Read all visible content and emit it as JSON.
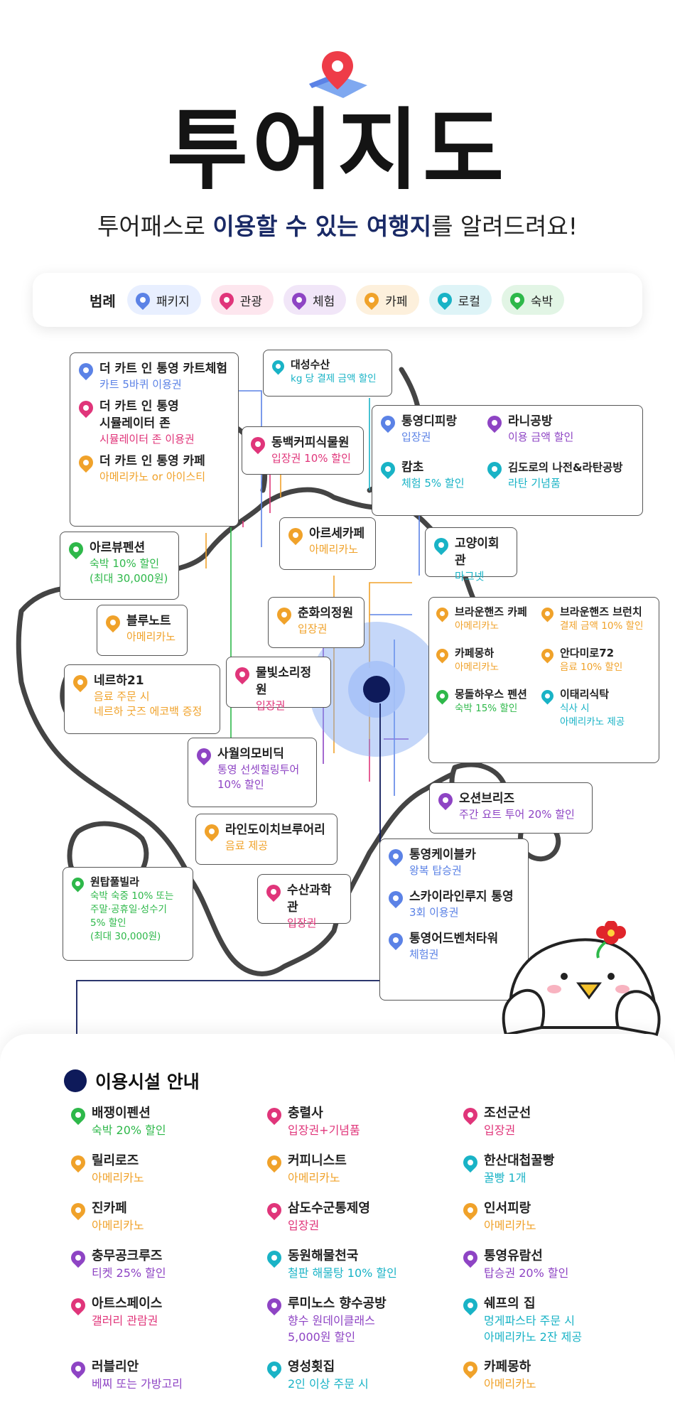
{
  "header": {
    "title": "투어지도",
    "subtitle_parts": [
      "투어패스로 ",
      "이용할 수 있는 여행지",
      "를 알려드려요!"
    ]
  },
  "colors": {
    "package": "#5b82e6",
    "tour": "#e0357a",
    "experience": "#8e44c4",
    "cafe": "#f0a22a",
    "local": "#19b3c6",
    "stay": "#2eb84a",
    "navy": "#0e1a5a"
  },
  "legend": {
    "title": "범례",
    "items": [
      {
        "label": "패키지",
        "category": "package"
      },
      {
        "label": "관광",
        "category": "tour"
      },
      {
        "label": "체험",
        "category": "experience"
      },
      {
        "label": "카페",
        "category": "cafe"
      },
      {
        "label": "로컬",
        "category": "local"
      },
      {
        "label": "숙박",
        "category": "stay"
      }
    ]
  },
  "map": {
    "cards": [
      {
        "id": "the-cart",
        "entries": [
          {
            "name": "더 카트 인 통영 카트체험",
            "desc": "카트 5바퀴 이용권",
            "category": "package"
          },
          {
            "name": "더 카트 인 통영\n시뮬레이터 존",
            "desc": "시뮬레이터 존 이용권",
            "category": "tour"
          },
          {
            "name": "더 카트 인 통영 카페",
            "desc": "아메리카노 or 아이스티",
            "category": "cafe"
          }
        ]
      },
      {
        "id": "daesung",
        "entries": [
          {
            "name": "대성수산",
            "desc": "kg 당 결제 금액 할인",
            "category": "local"
          }
        ]
      },
      {
        "id": "tongyeong-group",
        "entries": [
          {
            "name": "통영디피랑",
            "desc": "입장권",
            "category": "package"
          },
          {
            "name": "라니공방",
            "desc": "이용 금액 할인",
            "category": "experience"
          },
          {
            "name": "캄초",
            "desc": "체험 5% 할인",
            "category": "local"
          },
          {
            "name": "김도로의 나전&라탄공방",
            "desc": "라탄 기념품",
            "category": "local"
          }
        ]
      },
      {
        "id": "dongbaek",
        "entries": [
          {
            "name": "동백커피식물원",
            "desc": "입장권 10% 할인",
            "category": "tour"
          }
        ]
      },
      {
        "id": "arseu",
        "entries": [
          {
            "name": "아르세카페",
            "desc": "아메리카노",
            "category": "cafe"
          }
        ]
      },
      {
        "id": "goyang",
        "entries": [
          {
            "name": "고양이회관",
            "desc": "마그넷",
            "category": "local"
          }
        ]
      },
      {
        "id": "arbyu",
        "entries": [
          {
            "name": "아르뷰펜션",
            "desc": "숙박 10% 할인\n(최대 30,000원)",
            "category": "stay"
          }
        ]
      },
      {
        "id": "blue",
        "entries": [
          {
            "name": "블루노트",
            "desc": "아메리카노",
            "category": "cafe"
          }
        ]
      },
      {
        "id": "chunhwa",
        "entries": [
          {
            "name": "춘화의정원",
            "desc": "입장권",
            "category": "cafe"
          }
        ]
      },
      {
        "id": "brown-group",
        "entries": [
          {
            "name": "브라운핸즈 카페",
            "desc": "아메리카노",
            "category": "cafe"
          },
          {
            "name": "브라운핸즈 브런치",
            "desc": "결제 금액 10% 할인",
            "category": "cafe"
          },
          {
            "name": "카페몽하",
            "desc": "아메리카노",
            "category": "cafe"
          },
          {
            "name": "안다미로72",
            "desc": "음료 10% 할인",
            "category": "cafe"
          },
          {
            "name": "몽돌하우스 펜션",
            "desc": "숙박 15% 할인",
            "category": "stay"
          },
          {
            "name": "이태리식탁",
            "desc": "식사 시\n아메리카노 제공",
            "category": "local"
          }
        ]
      },
      {
        "id": "nerha",
        "entries": [
          {
            "name": "네르하21",
            "desc": "음료 주문 시\n네르하 굿즈 에코백 증정",
            "category": "cafe"
          }
        ]
      },
      {
        "id": "mulbit",
        "entries": [
          {
            "name": "물빛소리정원",
            "desc": "입장권",
            "category": "tour"
          }
        ]
      },
      {
        "id": "saweol",
        "entries": [
          {
            "name": "사월의모비딕",
            "desc": "통영 선셋힐링투어\n10% 할인",
            "category": "experience"
          }
        ]
      },
      {
        "id": "ocean",
        "entries": [
          {
            "name": "오션브리즈",
            "desc": "주간 요트 투어 20% 할인",
            "category": "experience"
          }
        ]
      },
      {
        "id": "rhein",
        "entries": [
          {
            "name": "라인도이치브루어리",
            "desc": "음료 제공",
            "category": "cafe"
          }
        ]
      },
      {
        "id": "cable-group",
        "entries": [
          {
            "name": "통영케이블카",
            "desc": "왕복 탑승권",
            "category": "package"
          },
          {
            "name": "스카이라인루지 통영",
            "desc": "3회 이용권",
            "category": "package"
          },
          {
            "name": "통영어드벤처타워",
            "desc": "체험권",
            "category": "package"
          }
        ]
      },
      {
        "id": "onetop",
        "entries": [
          {
            "name": "원탑풀빌라",
            "desc": "숙박 숙중 10% 또는\n주말·공휴일·성수기\n5% 할인\n(최대 30,000원)",
            "category": "stay"
          }
        ]
      },
      {
        "id": "susan",
        "entries": [
          {
            "name": "수산과학관",
            "desc": "입장권",
            "category": "tour"
          }
        ]
      }
    ]
  },
  "facilities": {
    "title": "이용시설 안내",
    "items": [
      {
        "name": "배쟁이펜션",
        "desc": "숙박 20% 할인",
        "category": "stay"
      },
      {
        "name": "충렬사",
        "desc": "입장권+기념품",
        "category": "tour"
      },
      {
        "name": "조선군선",
        "desc": "입장권",
        "category": "tour"
      },
      {
        "name": "릴리로즈",
        "desc": "아메리카노",
        "category": "cafe"
      },
      {
        "name": "커피니스트",
        "desc": "아메리카노",
        "category": "cafe"
      },
      {
        "name": "한산대첩꿀빵",
        "desc": "꿀빵 1개",
        "category": "local"
      },
      {
        "name": "진카페",
        "desc": "아메리카노",
        "category": "cafe"
      },
      {
        "name": "삼도수군통제영",
        "desc": "입장권",
        "category": "tour"
      },
      {
        "name": "인서피랑",
        "desc": "아메리카노",
        "category": "cafe"
      },
      {
        "name": "충무공크루즈",
        "desc": "티켓 25% 할인",
        "category": "experience"
      },
      {
        "name": "동원해물천국",
        "desc": "철판 해물탕 10% 할인",
        "category": "local"
      },
      {
        "name": "통영유람선",
        "desc": "탑승권 20% 할인",
        "category": "experience"
      },
      {
        "name": "아트스페이스",
        "desc": "갤러리 관람권",
        "category": "tour"
      },
      {
        "name": "루미노스 향수공방",
        "desc": "향수 원데이클래스\n5,000원 할인",
        "category": "experience"
      },
      {
        "name": "쉐프의 집",
        "desc": "멍게파스타 주문 시\n아메리카노 2잔 제공",
        "category": "local"
      },
      {
        "name": "러블리안",
        "desc": "베찌 또는 가방고리",
        "category": "experience"
      },
      {
        "name": "영성횟집",
        "desc": "2인 이상 주문 시",
        "category": "local"
      },
      {
        "name": "카페몽하",
        "desc": "아메리카노",
        "category": "cafe"
      }
    ]
  }
}
